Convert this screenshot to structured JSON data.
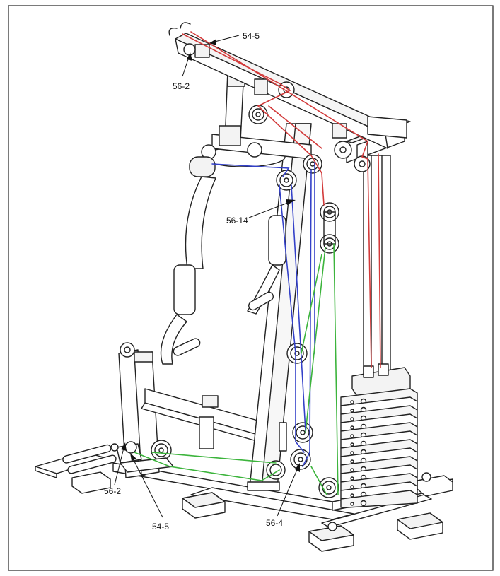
{
  "callouts": {
    "top_right_cable": "54-5",
    "top_left_pulley": "56-2",
    "mid_pulley": "56-14",
    "bottom_left_pulley": "56-2",
    "bottom_left_cable": "54-5",
    "bottom_center_pulley": "56-4"
  },
  "cables": {
    "red": "#d23a3a",
    "blue": "#3340c8",
    "green": "#3cb43c"
  },
  "weight_stack_plates": 13
}
